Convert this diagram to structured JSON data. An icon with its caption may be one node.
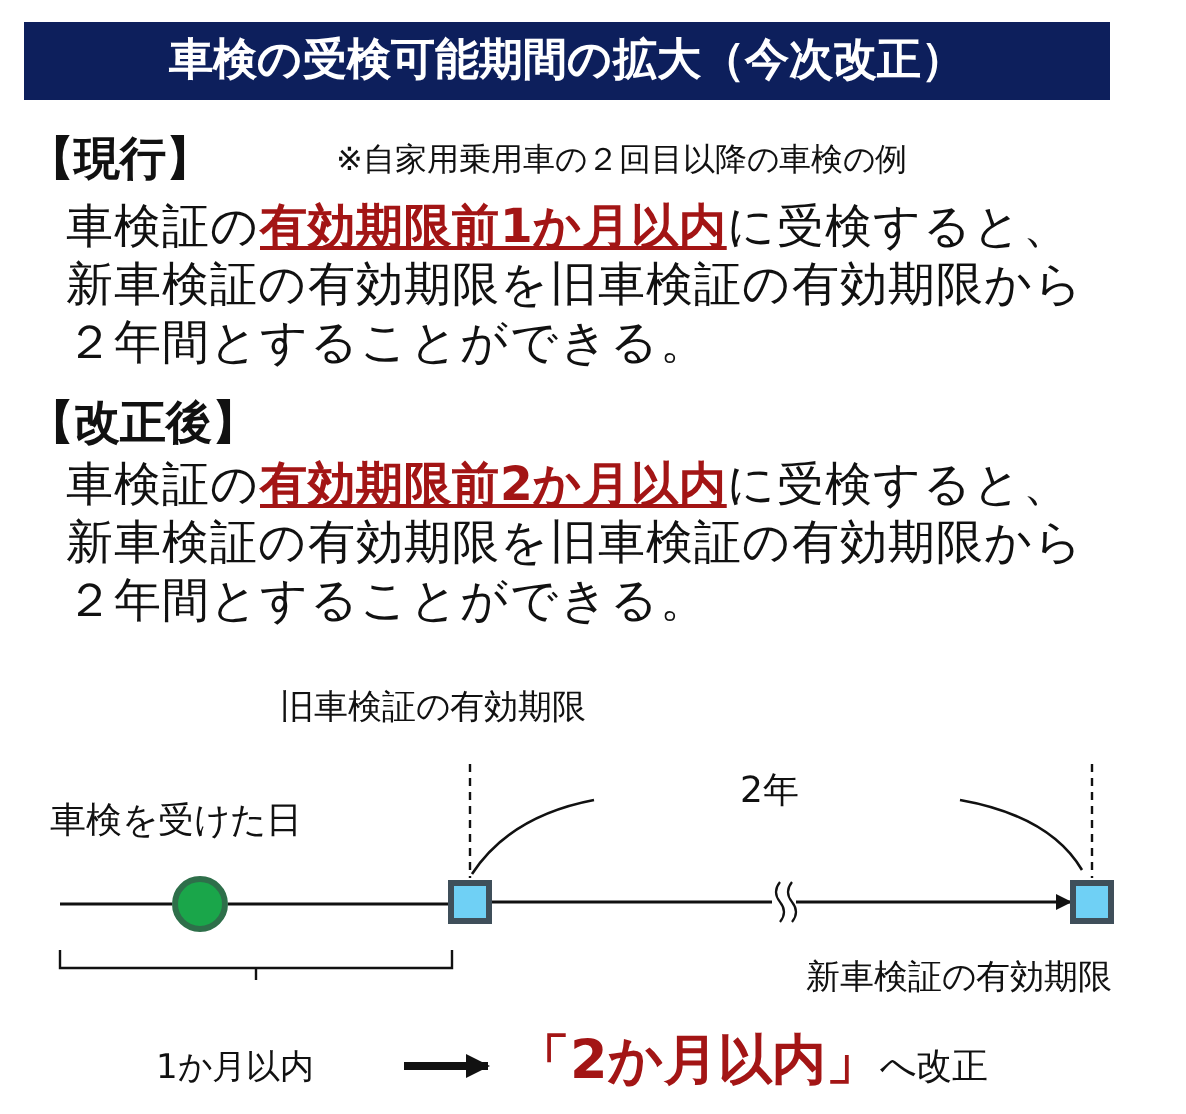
{
  "diagram": {
    "title": "車検の受検可能期間の拡大（今次改正）",
    "nodes": [
      {
        "text": [],
        "shape": "circle",
        "beside": [
          "車検を受けた日"
        ]
      },
      {
        "text": [],
        "shape": "box"
      },
      {
        "text": [],
        "shape": "box",
        "beside": [
          "新車検証の有効期限"
        ]
      },
      {
        "text": [
          "1か月以内"
        ]
      },
      {
        "text": [
          "**「2か月以内」**へ改正"
        ]
      }
    ],
    "edges": [
      {
        "from": null,
        "to": 0,
        "arrow": "none"
      },
      {
        "from": 0,
        "to": 1,
        "arrow": "none"
      },
      {
        "from": 1,
        "to": 2,
        "arrow": "to"
      },
      {
        "from": 3,
        "to": 4,
        "arrow": "to",
        "style": "thick"
      }
    ],
    "labels": [
      "【現行】",
      "※自家用乗用車の２回目以降の車検の例",
      "車検証の**有効期限前1か月以内**に受検すると、新車検証の有効期限を旧車検証の有効期限から２年間とすることができる。",
      "【改正後】",
      "車検証の**有効期限前2か月以内**に受検すると、新車検証の有効期限を旧車検証の有効期限から２年間とすることができる。",
      "旧車検証の有効期限",
      "2年"
    ]
  }
}
